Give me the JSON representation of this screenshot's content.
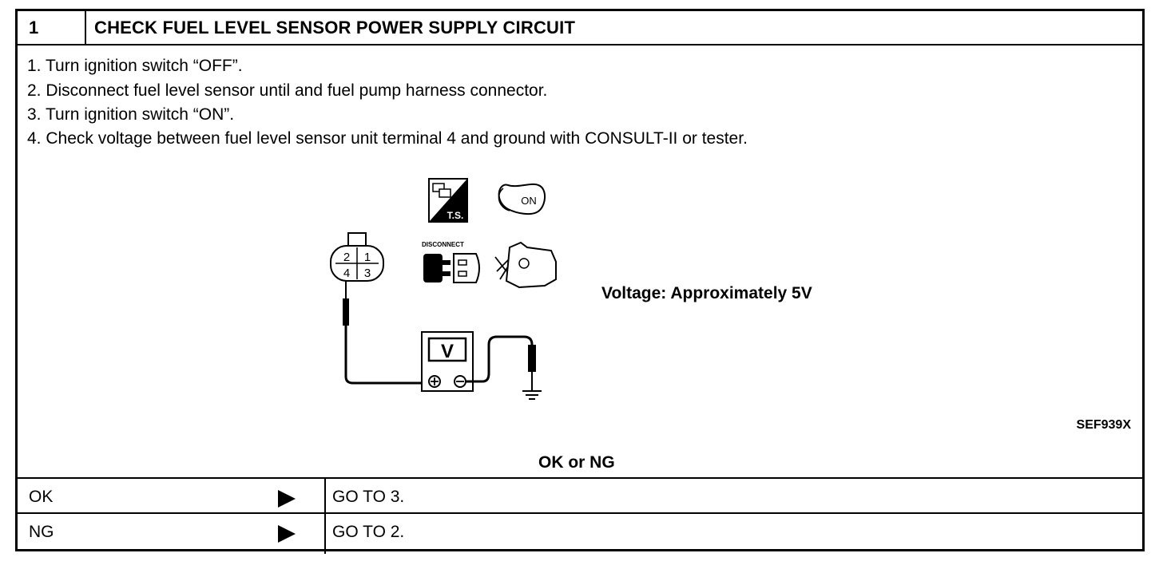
{
  "header": {
    "step_number": "1",
    "title": "CHECK FUEL LEVEL SENSOR POWER SUPPLY CIRCUIT"
  },
  "steps": [
    "1. Turn ignition switch “OFF”.",
    "2. Disconnect fuel level sensor until and fuel pump harness connector.",
    "3. Turn ignition switch “ON”.",
    "4. Check voltage between fuel level sensor unit terminal 4 and ground with CONSULT-II or tester."
  ],
  "diagram": {
    "connector_terminals": [
      "2",
      "1",
      "4",
      "3"
    ],
    "ts_label": "T.S.",
    "disconnect_label": "DISCONNECT",
    "key_label": "ON",
    "meter_label": "V",
    "voltage_note": "Voltage: Approximately 5V",
    "figure_code": "SEF939X"
  },
  "result_prompt": "OK or NG",
  "results": [
    {
      "label": "OK",
      "action": "GO TO 3."
    },
    {
      "label": "NG",
      "action": "GO TO 2."
    }
  ]
}
